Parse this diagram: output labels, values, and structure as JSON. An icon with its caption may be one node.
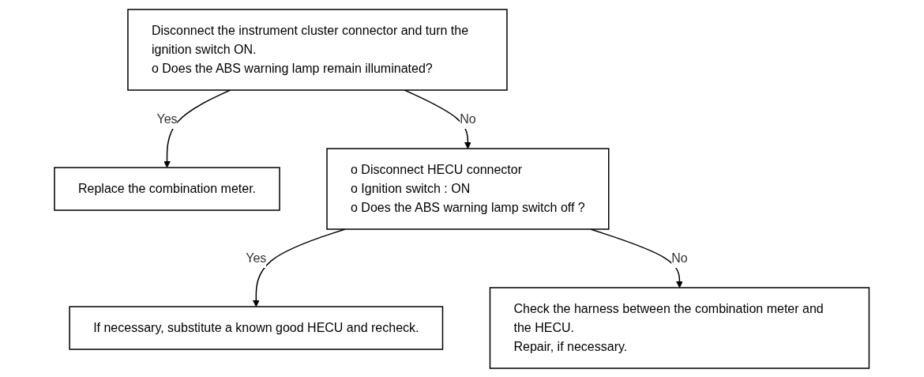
{
  "diagram": {
    "nodes": [
      {
        "text": [
          "Disconnect the instrument cluster connector and turn the ignition switch ON.",
          "o Does the ABS warning lamp remain illuminated?"
        ]
      },
      {
        "text": [
          "Replace the combination meter."
        ]
      },
      {
        "text": [
          "o Disconnect HECU connector",
          "o Ignition switch : ON",
          "o Does the ABS warning lamp switch off ?"
        ]
      },
      {
        "text": [
          "If necessary, substitute a known good HECU and recheck."
        ]
      },
      {
        "text": [
          "Check the harness between the combination meter and the HECU.",
          "Repair, if necessary."
        ]
      }
    ],
    "edges": [
      {
        "from": 0,
        "to": 1,
        "arrow": "to",
        "label": "Yes"
      },
      {
        "from": 0,
        "to": 2,
        "arrow": "to",
        "label": "No"
      },
      {
        "from": 2,
        "to": 3,
        "arrow": "to",
        "label": "Yes"
      },
      {
        "from": 2,
        "to": 4,
        "arrow": "to",
        "label": "No"
      }
    ]
  }
}
